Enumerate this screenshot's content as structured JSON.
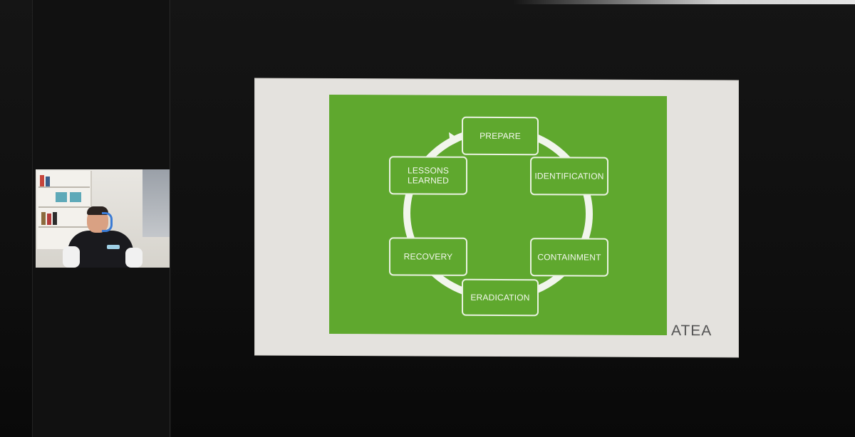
{
  "meeting": {
    "participant": {
      "video_label": "participant-video"
    }
  },
  "slide": {
    "steps": [
      {
        "id": "prepare",
        "label": "PREPARE"
      },
      {
        "id": "identification",
        "label": "IDENTIFICATION"
      },
      {
        "id": "containment",
        "label": "CONTAINMENT"
      },
      {
        "id": "eradication",
        "label": "ERADICATION"
      },
      {
        "id": "recovery",
        "label": "RECOVERY"
      },
      {
        "id": "lessons-learned",
        "label": "LESSONS LEARNED"
      }
    ],
    "brand": "ATEA",
    "colors": {
      "background": "#5fa82e",
      "frame": "#e4e2de",
      "box_border": "#e9f2e0",
      "cycle_ring": "#f1f5ec"
    }
  }
}
